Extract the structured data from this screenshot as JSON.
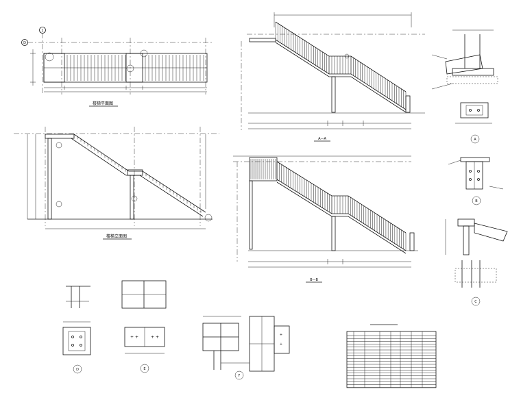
{
  "drawing": {
    "views": {
      "plan": {
        "caption": "楼梯平面图"
      },
      "elevation": {
        "caption": "楼梯立面图"
      },
      "section_a": {
        "caption": "A—A"
      },
      "section_b": {
        "caption": "B—B"
      }
    },
    "axis_markers": {
      "grid_1": "1",
      "grid_d": "D"
    },
    "detail_markers": [
      "A",
      "B",
      "C",
      "D",
      "E",
      "F"
    ]
  }
}
